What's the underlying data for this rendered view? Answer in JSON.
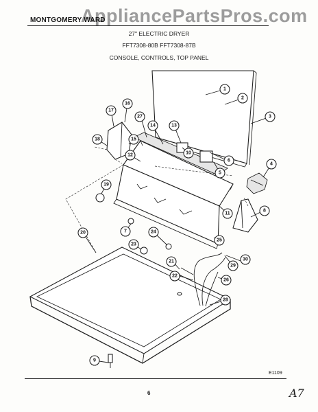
{
  "header": {
    "brand": "MONTGOMERY WARD",
    "watermark": "AppliancePartsPros.com",
    "title_line1": "27\" ELECTRIC DRYER",
    "title_line2": "FFT7308-80B   FFT7308-87B",
    "title_line3": "CONSOLE, CONTROLS, TOP PANEL"
  },
  "footer": {
    "diagram_code": "E1109",
    "page_number": "6",
    "handwritten_mark": "A7"
  },
  "callouts": [
    "1",
    "2",
    "3",
    "4",
    "5",
    "6",
    "7",
    "8",
    "9",
    "10",
    "11",
    "12",
    "13",
    "14",
    "15",
    "16",
    "17",
    "18",
    "19",
    "20",
    "21",
    "22",
    "23",
    "24",
    "25",
    "26",
    "27",
    "28",
    "29",
    "30"
  ]
}
